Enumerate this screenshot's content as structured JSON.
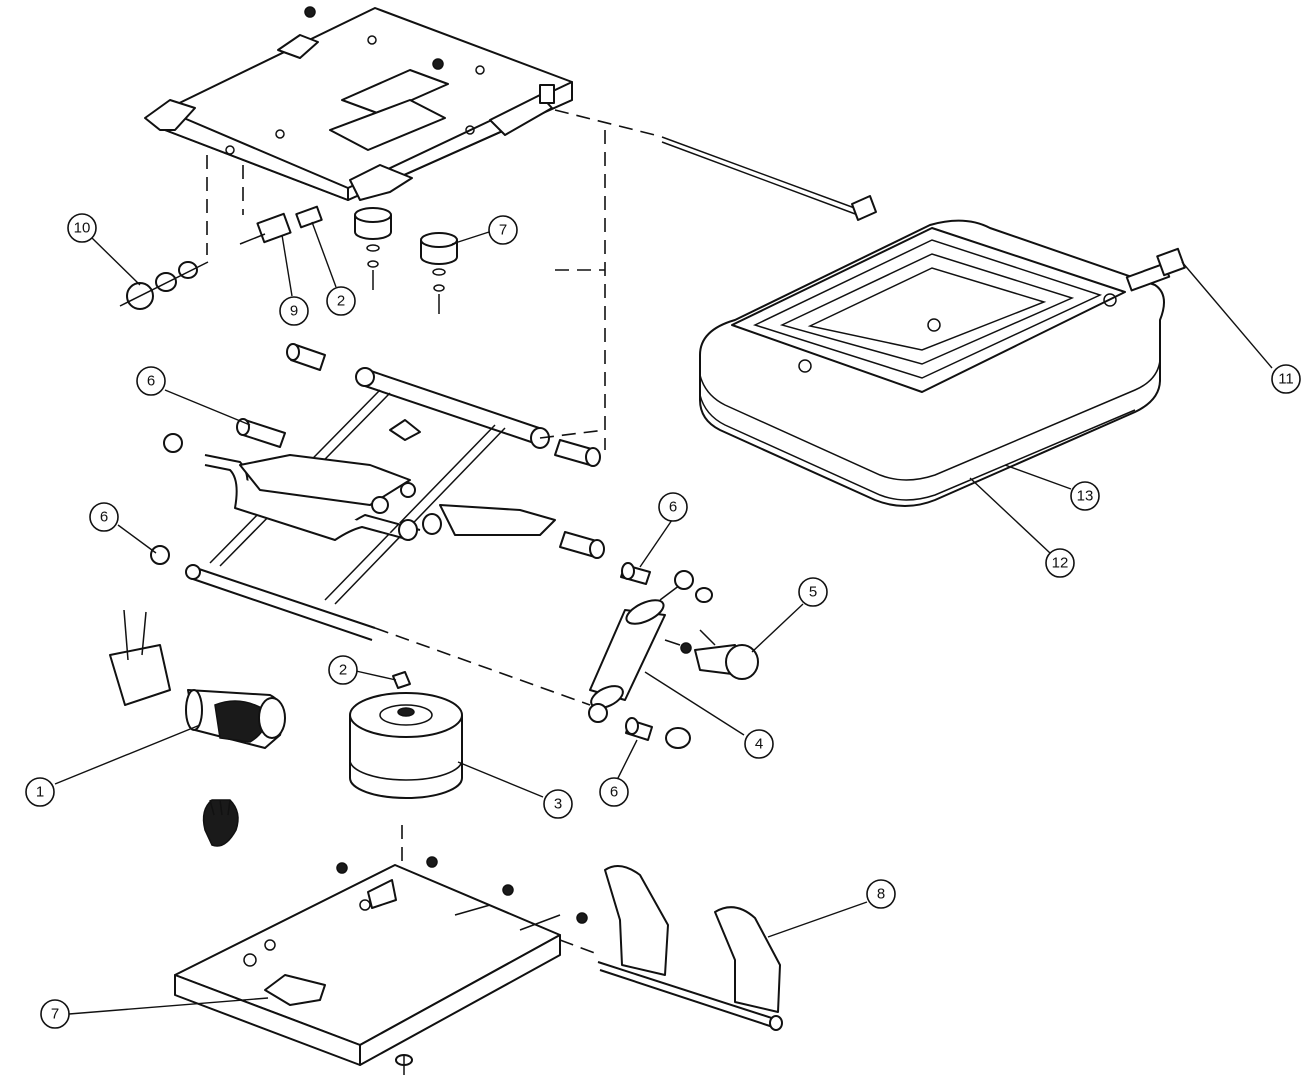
{
  "callouts": [
    {
      "label": "10"
    },
    {
      "label": "9"
    },
    {
      "label": "2"
    },
    {
      "label": "7"
    },
    {
      "label": "11"
    },
    {
      "label": "6"
    },
    {
      "label": "13"
    },
    {
      "label": "12"
    },
    {
      "label": "6"
    },
    {
      "label": "6"
    },
    {
      "label": "5"
    },
    {
      "label": "2"
    },
    {
      "label": "4"
    },
    {
      "label": "1"
    },
    {
      "label": "3"
    },
    {
      "label": "6"
    },
    {
      "label": "8"
    },
    {
      "label": "7"
    }
  ],
  "colors": {
    "line": "#111111",
    "background": "#ffffff"
  }
}
